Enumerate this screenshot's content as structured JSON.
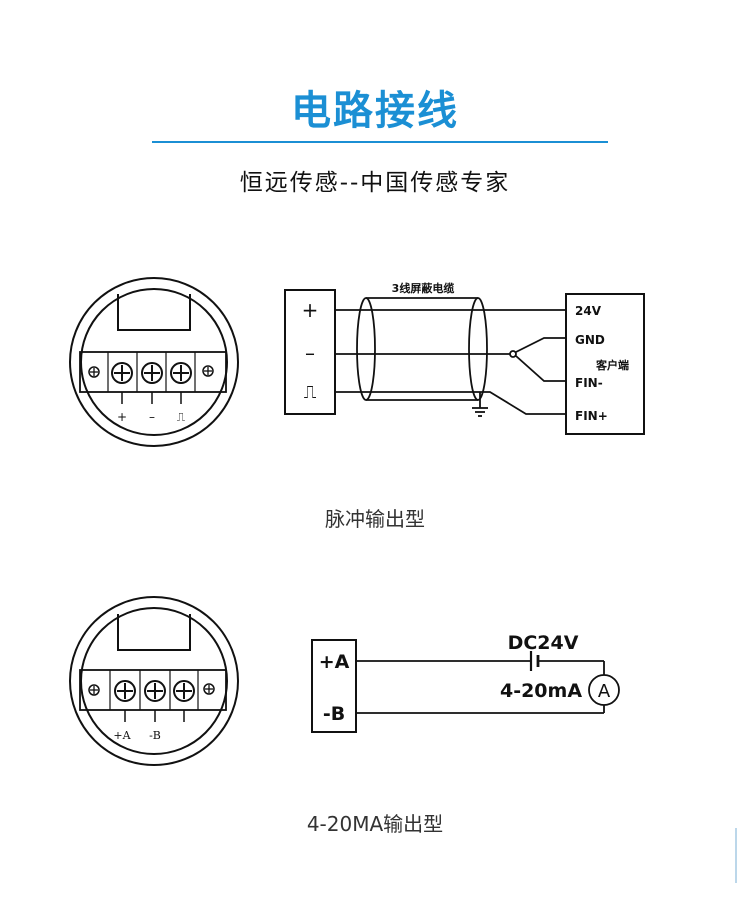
{
  "header": {
    "title": "电路接线",
    "subtitle": "恒远传感--中国传感专家"
  },
  "pulse_diagram": {
    "terminal_labels": [
      "+",
      "–",
      "⎍"
    ],
    "input_labels": [
      "+",
      "–",
      "⎍"
    ],
    "cable_label": "3线屏蔽电缆",
    "client_terminals": [
      "24V",
      "GND",
      "FIN-",
      "FIN+"
    ],
    "client_label": "客户端",
    "caption": "脉冲输出型"
  },
  "current_diagram": {
    "terminal_labels": [
      "+A",
      "-B"
    ],
    "input_labels": [
      "+A",
      "-B"
    ],
    "supply_label": "DC24V",
    "meter_label": "4-20mA",
    "meter_symbol": "A",
    "caption": "4-20MA输出型"
  },
  "colors": {
    "accent": "#1b8fd4",
    "line": "#111111"
  }
}
